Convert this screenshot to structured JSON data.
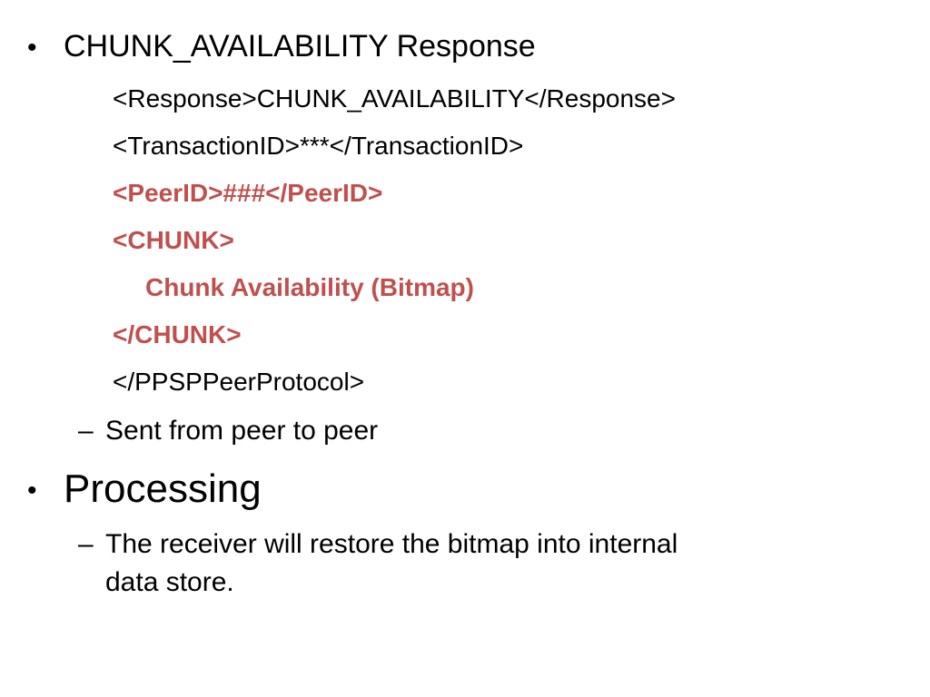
{
  "slide": {
    "bullet_char": "•",
    "dash_char": "–",
    "items": [
      {
        "text": "CHUNK_AVAILABILITY Response"
      },
      {
        "text": "<Response>CHUNK_AVAILABILITY</Response>"
      },
      {
        "text": "<TransactionID>***</TransactionID>"
      },
      {
        "text": "<PeerID>###</PeerID>"
      },
      {
        "text": "<CHUNK>"
      },
      {
        "text": "Chunk Availability (Bitmap)"
      },
      {
        "text": "</CHUNK>"
      },
      {
        "text": "</PPSPPeerProtocol>"
      },
      {
        "text": "Sent from peer to peer"
      },
      {
        "text": "Processing"
      },
      {
        "text": "The receiver will restore the bitmap into internal"
      },
      {
        "text": "data store."
      }
    ]
  },
  "colors": {
    "highlight": "#c0504d",
    "text": "#000000",
    "background": "#ffffff"
  }
}
